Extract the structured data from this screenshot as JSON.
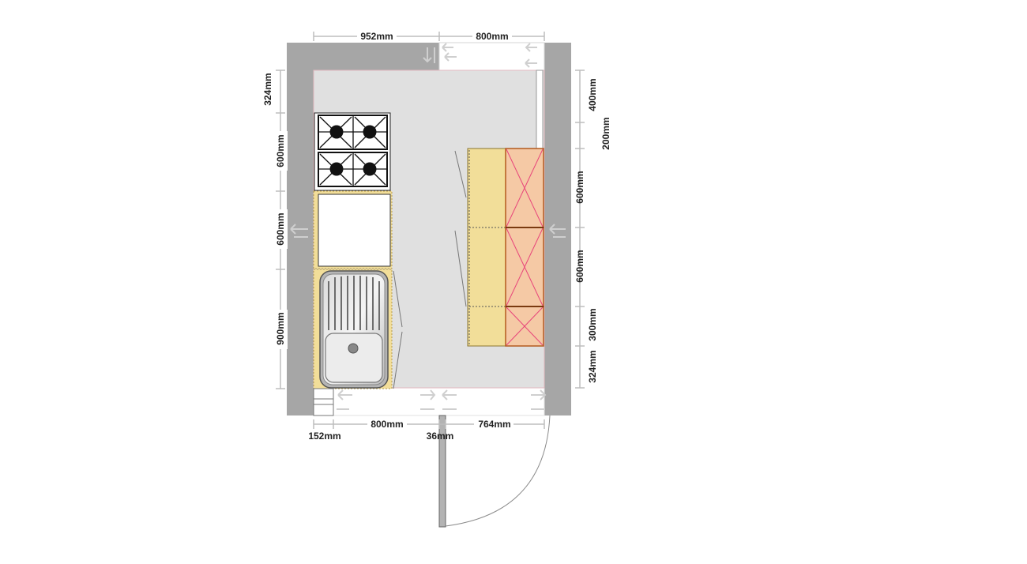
{
  "plan": {
    "colors": {
      "wall": "#a6a6a6",
      "floor": "#e0e0e0",
      "worktop": "#f2de99",
      "unit": "#f5c9a5",
      "unit_outline": "#b45a1e",
      "cross": "#e8457a",
      "dimension_line": "#bdbdbd"
    },
    "dimensions": {
      "top_left": "952mm",
      "top_right": "800mm",
      "left_1": "324mm",
      "left_2": "600mm",
      "left_3": "600mm",
      "left_4": "900mm",
      "right_1": "400mm",
      "right_2": "200mm",
      "right_3": "600mm",
      "right_4": "600mm",
      "right_5": "300mm",
      "right_6": "324mm",
      "bottom_1": "152mm",
      "bottom_2": "800mm",
      "bottom_3": "36mm",
      "bottom_4": "764mm"
    }
  }
}
